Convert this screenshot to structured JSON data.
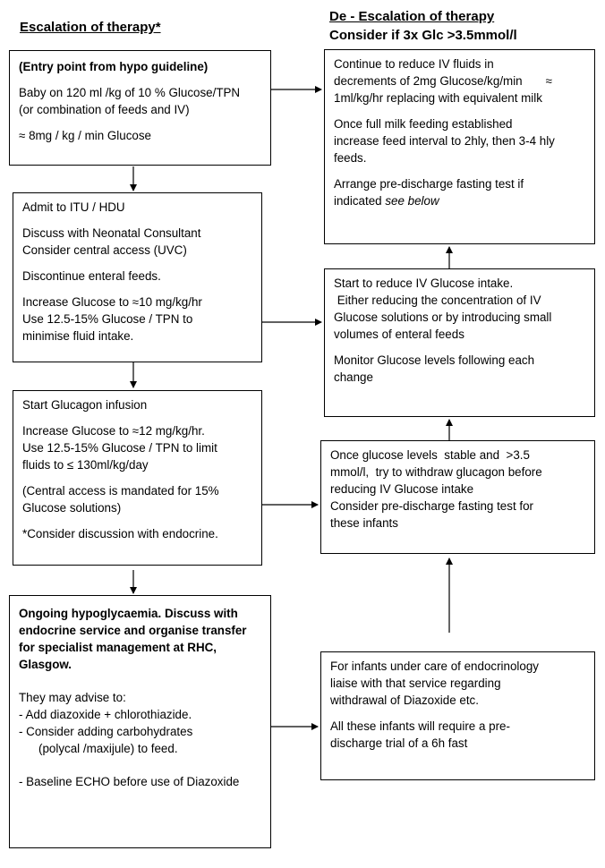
{
  "left_title": "Escalation of therapy*",
  "right_title_line1": "De - Escalation of therapy",
  "right_title_line2": "Consider if 3x Glc >3.5mmol/l",
  "box1": {
    "entry": "(Entry point from hypo guideline)",
    "line1": "Baby on 120 ml /kg of 10 % Glucose/TPN",
    "line2": "(or combination of feeds and IV)",
    "line3": "≈ 8mg / kg / min Glucose"
  },
  "box2": {
    "l1": "Admit to ITU / HDU",
    "l2": "Discuss with Neonatal Consultant",
    "l3": "Consider central access (UVC)",
    "l4": "Discontinue enteral feeds.",
    "l5": "Increase Glucose to ≈10 mg/kg/hr",
    "l6": "Use 12.5-15% Glucose / TPN to",
    "l7": "minimise fluid intake."
  },
  "box3": {
    "l1": "Start Glucagon infusion",
    "l2": "Increase Glucose to ≈12 mg/kg/hr.",
    "l3": "Use 12.5-15% Glucose / TPN to limit",
    "l4": "fluids to ≤ 130ml/kg/day",
    "l5": "(Central access is mandated for 15%",
    "l6": "Glucose solutions)",
    "l7": "*Consider discussion with endocrine."
  },
  "box4": {
    "l1": "Ongoing hypoglycaemia.  Discuss with",
    "l2": "endocrine service and organise transfer",
    "l3": "for specialist management at RHC,",
    "l4": "Glasgow.",
    "l5": "They may advise to:",
    "l6": "- Add diazoxide + chlorothiazide.",
    "l7": "- Consider adding carbohydrates",
    "l8": "(polycal /maxijule) to feed.",
    "l9": "- Baseline ECHO before use of Diazoxide"
  },
  "rbox1": {
    "l1": "Continue to reduce IV fluids in",
    "l2": "decrements of 2mg Glucose/kg/min       ≈",
    "l3": "1ml/kg/hr replacing with equivalent milk",
    "l4": "Once full milk feeding established",
    "l5": "increase feed interval to 2hly, then 3-4 hly",
    "l6": "feeds.",
    "l7": "Arrange pre-discharge fasting test if",
    "l8a": "indicated ",
    "l8b": "see below"
  },
  "rbox2": {
    "l1": "Start to reduce IV Glucose intake.",
    "l2": " Either reducing the concentration of IV",
    "l3": "Glucose solutions or by introducing small",
    "l4": "volumes of enteral feeds",
    "l5": "Monitor Glucose levels following each",
    "l6": "change"
  },
  "rbox3": {
    "l1": "Once glucose levels  stable and  >3.5",
    "l2": "mmol/l,  try to withdraw glucagon before",
    "l3": "reducing IV Glucose intake",
    "l4": "Consider pre-discharge fasting test for",
    "l5": "these infants"
  },
  "rbox4": {
    "l1": "For infants under care of endocrinology",
    "l2": "liaise with that service regarding",
    "l3": "withdrawal of Diazoxide etc.",
    "l4": "All these infants will require a pre-",
    "l5": "discharge trial of a 6h fast"
  }
}
